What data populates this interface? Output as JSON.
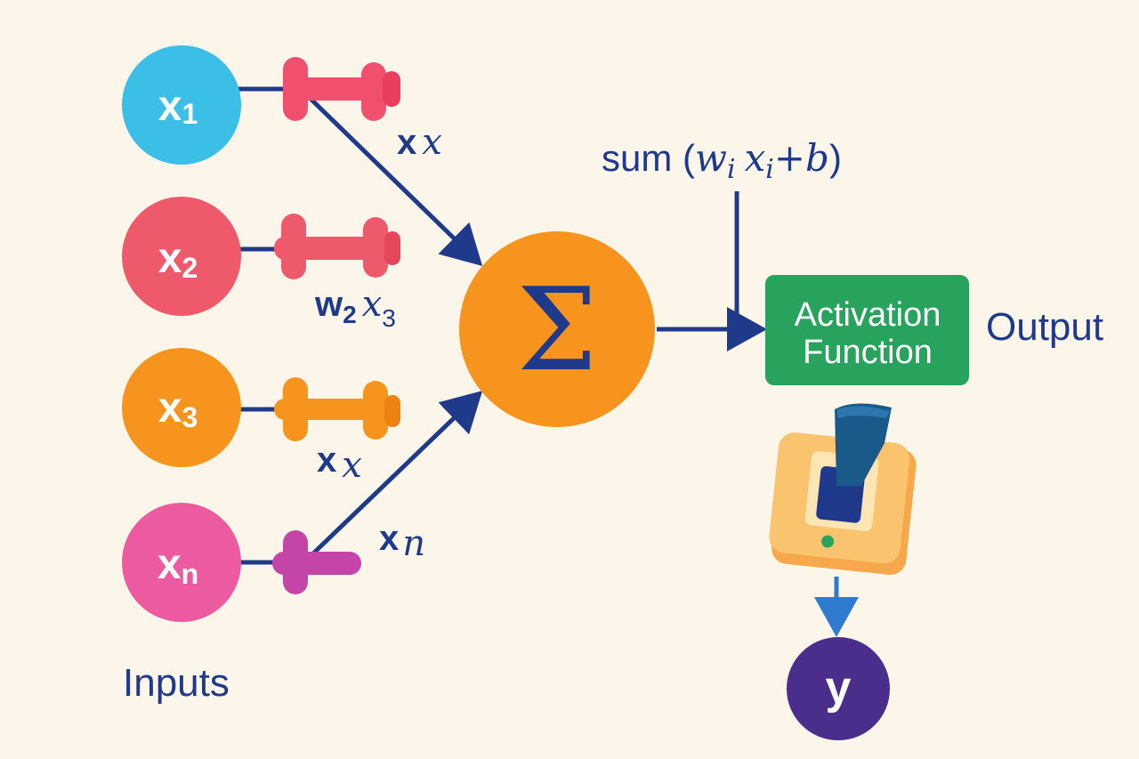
{
  "inputs": [
    {
      "main": "x",
      "sub": "1",
      "color": "#3bbfe6"
    },
    {
      "main": "x",
      "sub": "2",
      "color": "#ee5a6c"
    },
    {
      "main": "x",
      "sub": "3",
      "color": "#f7941d"
    },
    {
      "main": "x",
      "sub": "n",
      "color": "#ec5aa0"
    }
  ],
  "inputs_label": "Inputs",
  "weight_labels": [
    {
      "plain": "x",
      "italic": "x",
      "sub": ""
    },
    {
      "plain": "w",
      "plain_sub": "2",
      "italic": "x",
      "sub": "3"
    },
    {
      "plain": "x",
      "italic": "x",
      "sub": ""
    },
    {
      "plain": "x",
      "italic": "n",
      "sub": ""
    }
  ],
  "weight_colors": [
    "#f0506e",
    "#ee5a6c",
    "#f7941d",
    "#c444a8"
  ],
  "summation": {
    "symbol": "Σ",
    "color": "#f7941d",
    "symbol_color": "#1f3a8a"
  },
  "formula": {
    "prefix": "sum (",
    "w": "w",
    "wi": "i",
    "x": "x",
    "xi": "i",
    "tail": "+b",
    "close": ")"
  },
  "activation": {
    "line1": "Activation",
    "line2": "Function",
    "color": "#27a35d"
  },
  "output_label": "Output",
  "switch": {
    "base_color": "#f9c46d",
    "lever_color": "#1a5a8a",
    "knob_color": "#1f3a8a",
    "led_color": "#27a35d"
  },
  "output_node": {
    "label": "y",
    "color": "#4b2e8c"
  },
  "line_color": "#1f3a8a",
  "output_arrow_color": "#2f7bd1"
}
